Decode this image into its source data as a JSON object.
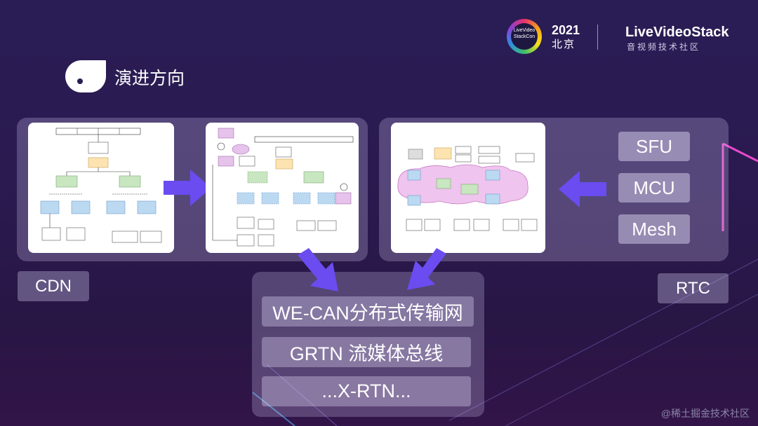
{
  "header": {
    "badge_text": "LiveVideo StackCon",
    "year": "2021",
    "city": "北京",
    "brand": "LiveVideoStack",
    "brand_sub": "音视频技术社区"
  },
  "section": {
    "title": "演进方向"
  },
  "labels": {
    "cdn": "CDN",
    "rtc": "RTC"
  },
  "protocols": [
    "SFU",
    "MCU",
    "Mesh"
  ],
  "stack": [
    "WE-CAN分布式传输网",
    "GRTN 流媒体总线",
    "...X-RTN..."
  ],
  "watermark": "@稀土掘金技术社区",
  "colors": {
    "background": "#2a1d55",
    "arrow": "#6a4cf0",
    "accent_pink": "#e15ad8"
  }
}
